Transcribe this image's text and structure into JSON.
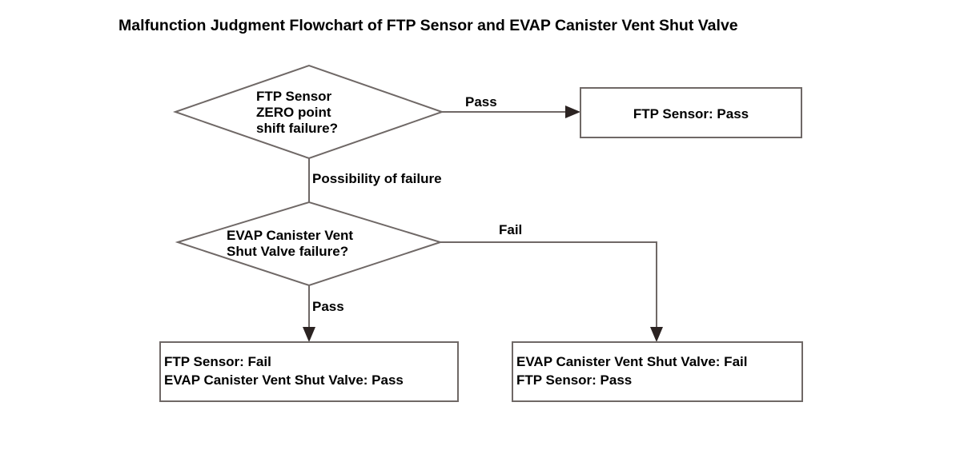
{
  "page": {
    "title": "Malfunction Judgment Flowchart of FTP Sensor and EVAP Canister Vent Shut Valve",
    "background_color": "#ffffff",
    "line_color": "#6f6866",
    "text_color": "#000000"
  },
  "nodes": {
    "decision_ftp": {
      "type": "decision",
      "line1": "FTP Sensor",
      "line2": "ZERO point",
      "line3": "shift failure?"
    },
    "decision_evap": {
      "type": "decision",
      "line1": "EVAP Canister Vent",
      "line2": "Shut Valve failure?"
    },
    "result_ftp_pass": {
      "type": "process",
      "line1": "FTP Sensor: Pass"
    },
    "result_ftp_fail": {
      "type": "process",
      "line1": "FTP Sensor: Fail",
      "line2": "EVAP Canister Vent Shut Valve: Pass"
    },
    "result_evap_fail": {
      "type": "process",
      "line1": "EVAP Canister Vent Shut Valve: Fail",
      "line2": "FTP Sensor: Pass"
    }
  },
  "edges": {
    "ftp_pass": {
      "label": "Pass"
    },
    "ftp_to_evap": {
      "label": "Possibility of failure"
    },
    "evap_fail": {
      "label": "Fail"
    },
    "evap_pass": {
      "label": "Pass"
    }
  },
  "chart_data": {
    "type": "diagram",
    "title": "Malfunction Judgment Flowchart of FTP Sensor and EVAP Canister Vent Shut Valve",
    "nodes": [
      {
        "id": "decision_ftp",
        "shape": "diamond",
        "text": "FTP Sensor ZERO point shift failure?"
      },
      {
        "id": "result_ftp_pass",
        "shape": "rect",
        "text": "FTP Sensor: Pass"
      },
      {
        "id": "decision_evap",
        "shape": "diamond",
        "text": "EVAP Canister Vent Shut Valve failure?"
      },
      {
        "id": "result_ftp_fail",
        "shape": "rect",
        "text": "FTP Sensor: Fail / EVAP Canister Vent Shut Valve: Pass"
      },
      {
        "id": "result_evap_fail",
        "shape": "rect",
        "text": "EVAP Canister Vent Shut Valve: Fail / FTP Sensor: Pass"
      }
    ],
    "edges": [
      {
        "from": "decision_ftp",
        "to": "result_ftp_pass",
        "label": "Pass"
      },
      {
        "from": "decision_ftp",
        "to": "decision_evap",
        "label": "Possibility of failure"
      },
      {
        "from": "decision_evap",
        "to": "result_evap_fail",
        "label": "Fail"
      },
      {
        "from": "decision_evap",
        "to": "result_ftp_fail",
        "label": "Pass"
      }
    ]
  }
}
